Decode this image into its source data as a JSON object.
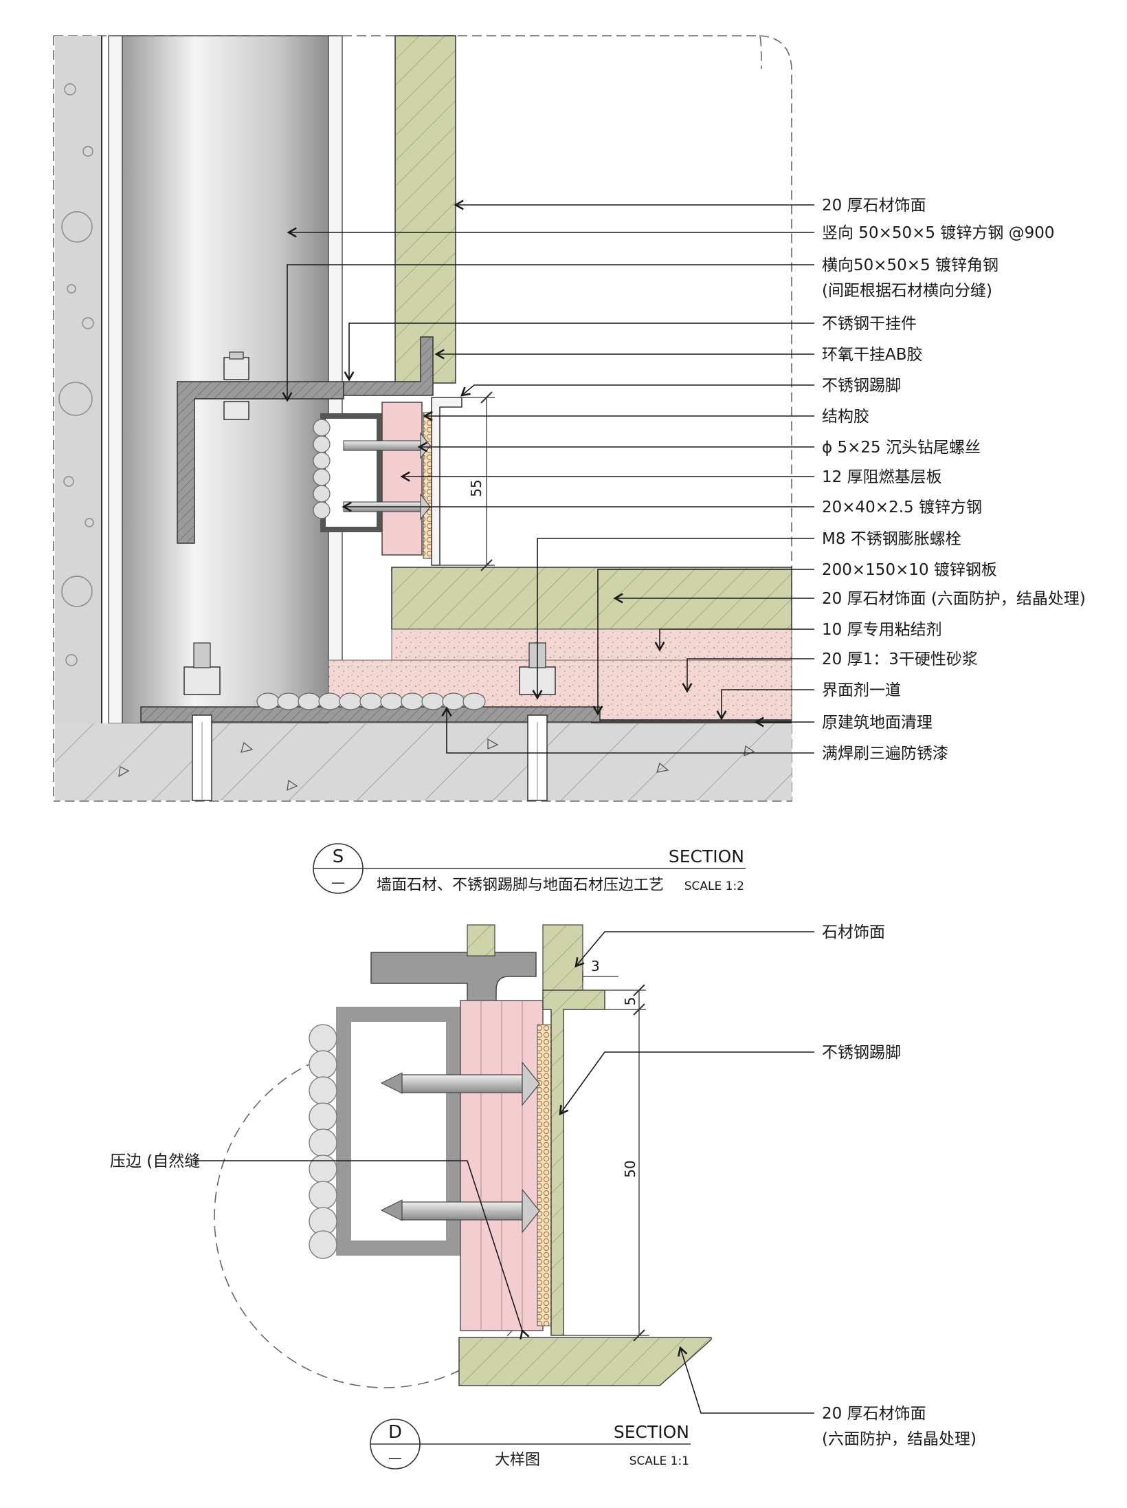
{
  "colors": {
    "stone": "#cfd3a9",
    "stone_hatch": "#8d9468",
    "concrete": "#d8d8d8",
    "board_pink": "#f3cdd0",
    "mortar_pink": "#f7d9d5",
    "adhesive": "#f0d7cf",
    "steel_light": "#e6e6e6",
    "steel_dark": "#8a8a8a",
    "weld_orange": "#e9b36d",
    "leader": "#1a1a1a"
  },
  "section_s": {
    "labels": [
      "20 厚石材饰面",
      "竖向 50×50×5 镀锌方钢 @900",
      "横向50×50×5 镀锌角钢",
      "(间距根据石材横向分缝)",
      "不锈钢干挂件",
      "环氧干挂AB胶",
      "不锈钢踢脚",
      "结构胶",
      "ϕ 5×25 沉头钻尾螺丝",
      "12 厚阻燃基层板",
      "20×40×2.5 镀锌方钢",
      "M8 不锈钢膨胀螺栓",
      "200×150×10 镀锌钢板",
      "20 厚石材饰面 (六面防护，结晶处理)",
      "10 厚专用粘结剂",
      "20 厚1：3干硬性砂浆",
      "界面剂一道",
      "原建筑地面清理",
      "满焊刷三遍防锈漆"
    ],
    "dimension": "55",
    "title_badge": {
      "symbol": "S",
      "sub": "—",
      "section_word": "SECTION",
      "title": "墙面石材、不锈钢踢脚与地面石材压边工艺",
      "scale": "SCALE 1:2"
    }
  },
  "section_d": {
    "labels": {
      "stone": "石材饰面",
      "skirting": "不锈钢踢脚",
      "edge": "压边 (自然缝",
      "floor_stone_1": "20 厚石材饰面",
      "floor_stone_2": "(六面防护，结晶处理)"
    },
    "dimensions": {
      "gap": "3",
      "top": "5",
      "height": "50"
    },
    "title_badge": {
      "symbol": "D",
      "sub": "—",
      "section_word": "SECTION",
      "title": "大样图",
      "scale": "SCALE 1:1"
    }
  }
}
